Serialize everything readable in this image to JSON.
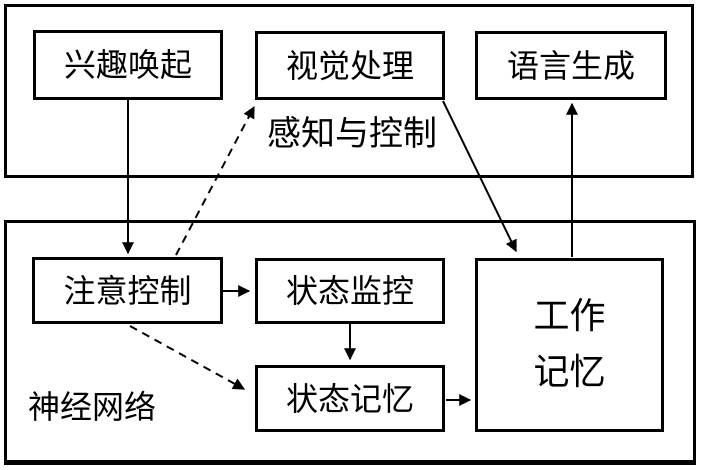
{
  "canvas": {
    "background": "#ffffff",
    "line_color": "#000000",
    "box_fill": "#ffffff"
  },
  "groups": {
    "perception_control": {
      "label": "感知与控制"
    },
    "neural_network": {
      "label": "神经网络"
    }
  },
  "nodes": {
    "interest_arousal": {
      "label": "兴趣唤起"
    },
    "visual_processing": {
      "label": "视觉处理"
    },
    "language_generation": {
      "label": "语言生成"
    },
    "attention_control": {
      "label": "注意控制"
    },
    "state_monitoring": {
      "label": "状态监控"
    },
    "state_memory": {
      "label": "状态记忆"
    },
    "working_memory": {
      "label": "工作\n记忆"
    }
  },
  "edges": [
    {
      "from": "兴趣唤起",
      "to": "注意控制",
      "style": "solid"
    },
    {
      "from": "注意控制",
      "to": "视觉处理",
      "style": "dashed"
    },
    {
      "from": "视觉处理",
      "to": "工作记忆",
      "style": "solid"
    },
    {
      "from": "工作记忆",
      "to": "语言生成",
      "style": "solid"
    },
    {
      "from": "注意控制",
      "to": "状态监控",
      "style": "solid"
    },
    {
      "from": "状态监控",
      "to": "状态记忆",
      "style": "solid"
    },
    {
      "from": "注意控制",
      "to": "状态记忆",
      "style": "dashed"
    },
    {
      "from": "状态记忆",
      "to": "工作记忆",
      "style": "solid"
    }
  ]
}
